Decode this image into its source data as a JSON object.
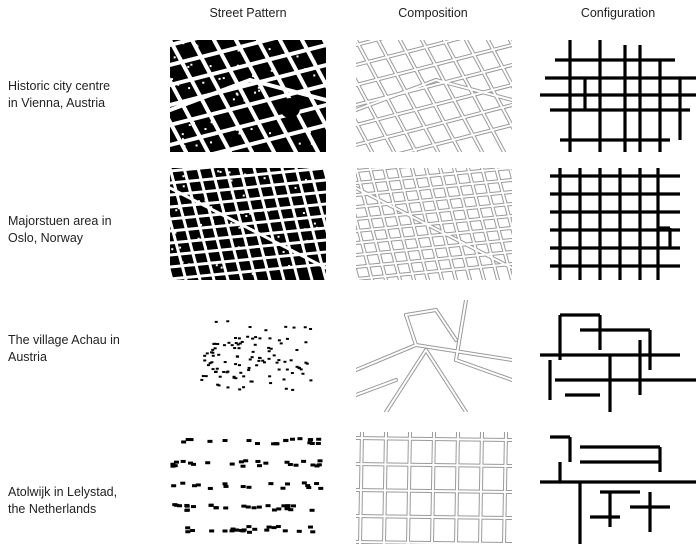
{
  "columns": [
    "Street Pattern",
    "Composition",
    "Configuration"
  ],
  "rows": [
    {
      "label_line1": "Historic city centre",
      "label_line2": "in Vienna, Austria"
    },
    {
      "label_line1": "Majorstuen area in",
      "label_line2": "Oslo, Norway"
    },
    {
      "label_line1": "The village Achau in",
      "label_line2": "Austria"
    },
    {
      "label_line1": "Atolwijk in Lelystad,",
      "label_line2": "the Netherlands"
    }
  ],
  "colors": {
    "ink": "#000000",
    "composition_line": "#9a9a9a",
    "text": "#222222"
  }
}
